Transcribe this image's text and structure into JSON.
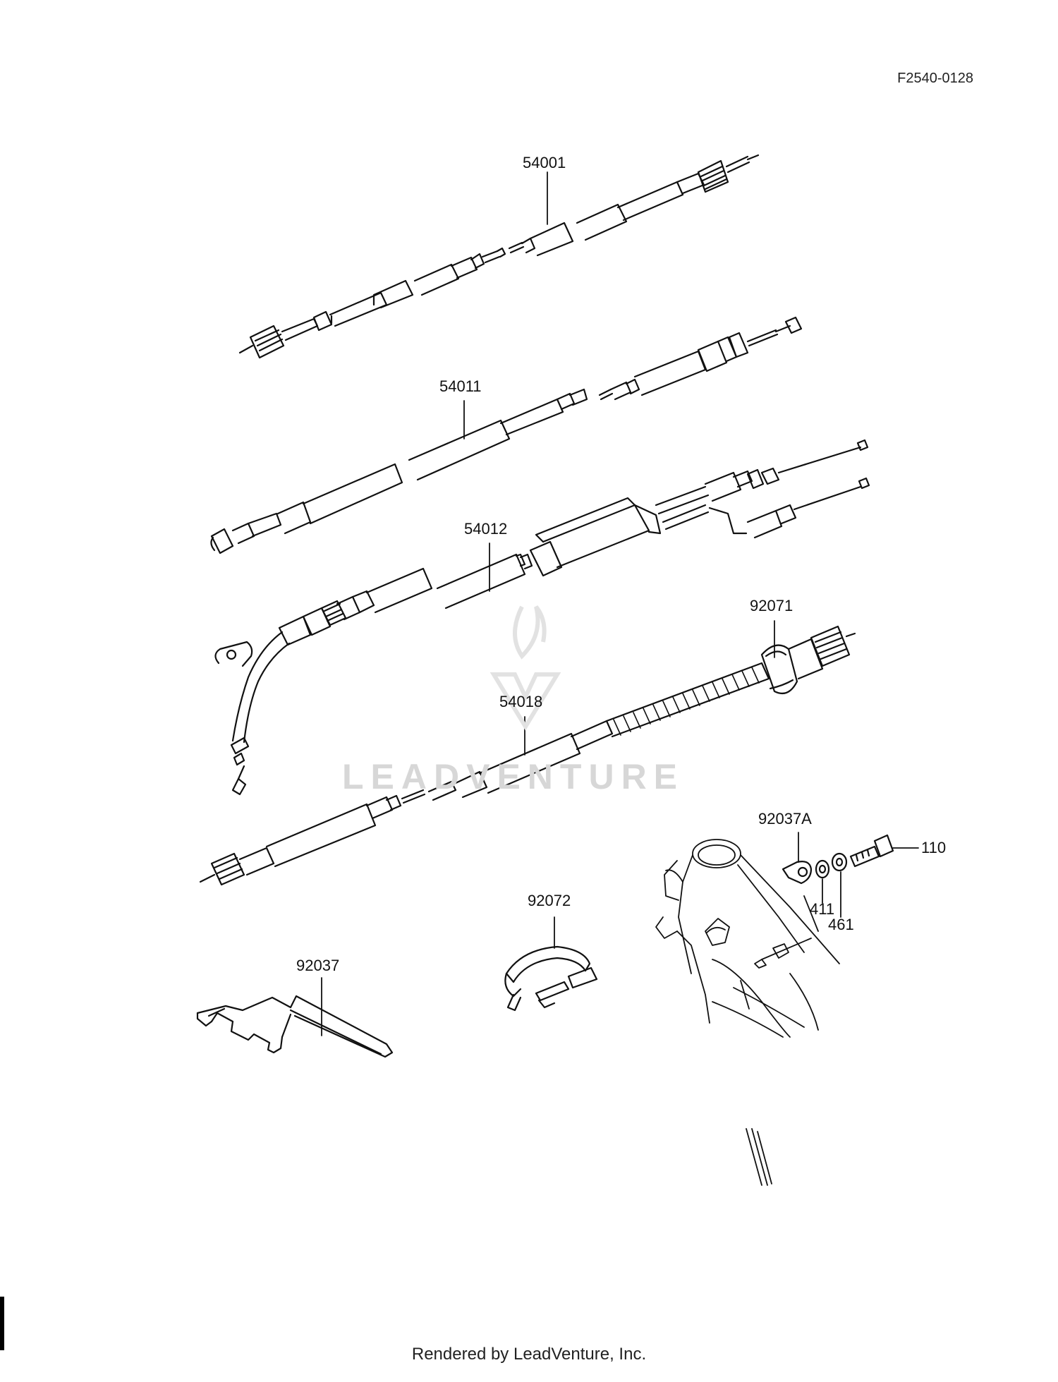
{
  "drawing_code": "F2540-0128",
  "watermark": "LEADVENTURE",
  "footer_text": "Rendered by LeadVenture, Inc.",
  "callouts": {
    "c54001": "54001",
    "c54011": "54011",
    "c54012": "54012",
    "c92071": "92071",
    "c54018": "54018",
    "c92037A": "92037A",
    "c110": "110",
    "c411": "411",
    "c461": "461",
    "c92072": "92072",
    "c92037": "92037"
  }
}
